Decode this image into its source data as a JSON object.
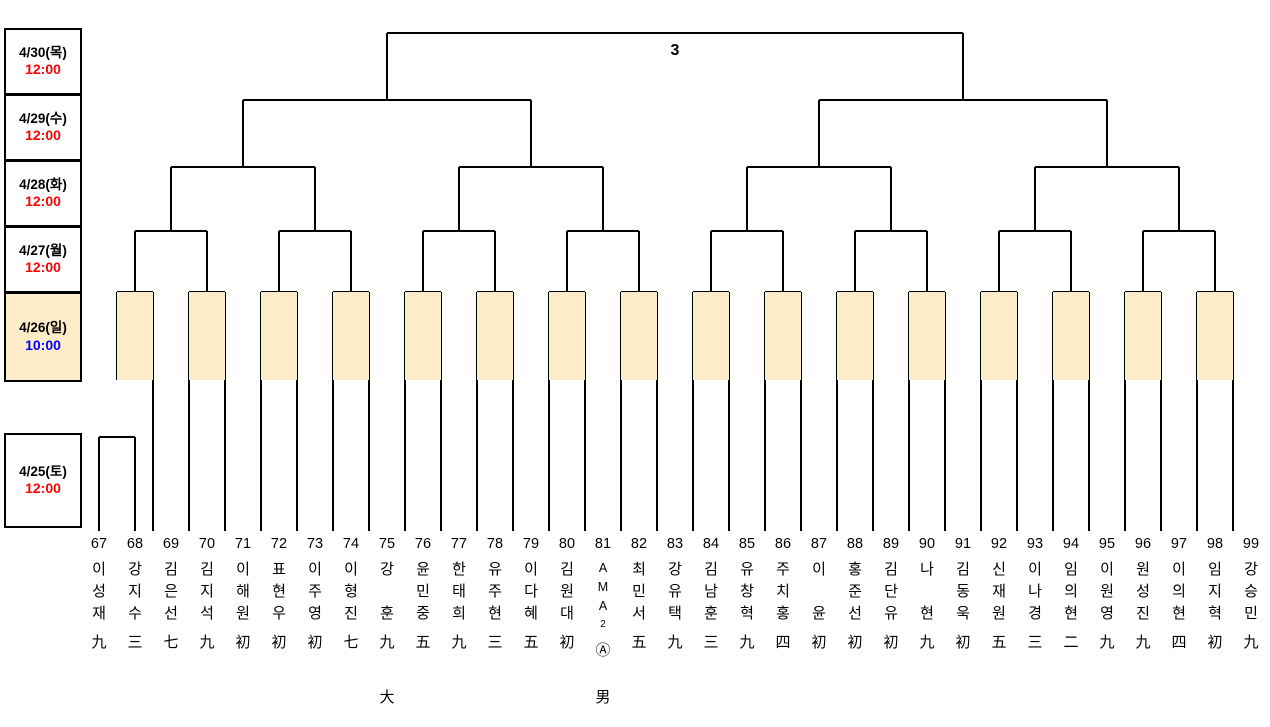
{
  "schedule": {
    "rounds": [
      {
        "date": "4/30(목)",
        "time": "12:00",
        "time_color": "#ff0000",
        "highlight": false
      },
      {
        "date": "4/29(수)",
        "time": "12:00",
        "time_color": "#ff0000",
        "highlight": false
      },
      {
        "date": "4/28(화)",
        "time": "12:00",
        "time_color": "#ff0000",
        "highlight": false
      },
      {
        "date": "4/27(월)",
        "time": "12:00",
        "time_color": "#ff0000",
        "highlight": false
      },
      {
        "date": "4/26(일)",
        "time": "10:00",
        "time_color": "#0000ff",
        "highlight": true
      }
    ],
    "preliminary": {
      "date": "4/25(토)",
      "time": "12:00",
      "time_color": "#ff0000"
    }
  },
  "final_match_label": "3",
  "footer_marks": [
    {
      "column": 75,
      "text": "大"
    },
    {
      "column": 81,
      "text": "男"
    }
  ],
  "colors": {
    "highlight": "#fdecc8",
    "line": "#000000",
    "time_red": "#ff0000",
    "time_blue": "#0000ff"
  },
  "players": [
    {
      "num": "67",
      "name": [
        "이",
        "성",
        "재"
      ],
      "rank": "九"
    },
    {
      "num": "68",
      "name": [
        "강",
        "지",
        "수"
      ],
      "rank": "三"
    },
    {
      "num": "69",
      "name": [
        "김",
        "은",
        "선"
      ],
      "rank": "七"
    },
    {
      "num": "70",
      "name": [
        "김",
        "지",
        "석"
      ],
      "rank": "九"
    },
    {
      "num": "71",
      "name": [
        "이",
        "해",
        "원"
      ],
      "rank": "初"
    },
    {
      "num": "72",
      "name": [
        "표",
        "현",
        "우"
      ],
      "rank": "初"
    },
    {
      "num": "73",
      "name": [
        "이",
        "주",
        "영"
      ],
      "rank": "初"
    },
    {
      "num": "74",
      "name": [
        "이",
        "형",
        "진"
      ],
      "rank": "七"
    },
    {
      "num": "75",
      "name": [
        "강",
        "",
        "훈"
      ],
      "rank": "九"
    },
    {
      "num": "76",
      "name": [
        "윤",
        "민",
        "중"
      ],
      "rank": "五"
    },
    {
      "num": "77",
      "name": [
        "한",
        "태",
        "희"
      ],
      "rank": "九"
    },
    {
      "num": "78",
      "name": [
        "유",
        "주",
        "현"
      ],
      "rank": "三"
    },
    {
      "num": "79",
      "name": [
        "이",
        "다",
        "혜"
      ],
      "rank": "五"
    },
    {
      "num": "80",
      "name": [
        "김",
        "원",
        "대"
      ],
      "rank": "初"
    },
    {
      "num": "81",
      "name": [
        "A",
        "M",
        "A",
        "2"
      ],
      "rank": "Ⓐ",
      "is_ama": true
    },
    {
      "num": "82",
      "name": [
        "최",
        "민",
        "서"
      ],
      "rank": "五"
    },
    {
      "num": "83",
      "name": [
        "강",
        "유",
        "택"
      ],
      "rank": "九"
    },
    {
      "num": "84",
      "name": [
        "김",
        "남",
        "훈"
      ],
      "rank": "三"
    },
    {
      "num": "85",
      "name": [
        "유",
        "창",
        "혁"
      ],
      "rank": "九"
    },
    {
      "num": "86",
      "name": [
        "주",
        "치",
        "홍"
      ],
      "rank": "四"
    },
    {
      "num": "87",
      "name": [
        "이",
        "",
        "윤"
      ],
      "rank": "初"
    },
    {
      "num": "88",
      "name": [
        "홍",
        "준",
        "선"
      ],
      "rank": "初"
    },
    {
      "num": "89",
      "name": [
        "김",
        "단",
        "유"
      ],
      "rank": "初"
    },
    {
      "num": "90",
      "name": [
        "나",
        "",
        "현"
      ],
      "rank": "九"
    },
    {
      "num": "91",
      "name": [
        "김",
        "동",
        "욱"
      ],
      "rank": "初"
    },
    {
      "num": "92",
      "name": [
        "신",
        "재",
        "원"
      ],
      "rank": "五"
    },
    {
      "num": "93",
      "name": [
        "이",
        "나",
        "경"
      ],
      "rank": "三"
    },
    {
      "num": "94",
      "name": [
        "임",
        "의",
        "현"
      ],
      "rank": "二"
    },
    {
      "num": "95",
      "name": [
        "이",
        "원",
        "영"
      ],
      "rank": "九"
    },
    {
      "num": "96",
      "name": [
        "원",
        "성",
        "진"
      ],
      "rank": "九"
    },
    {
      "num": "97",
      "name": [
        "이",
        "의",
        "현"
      ],
      "rank": "四"
    },
    {
      "num": "98",
      "name": [
        "임",
        "지",
        "혁"
      ],
      "rank": "初"
    },
    {
      "num": "99",
      "name": [
        "강",
        "승",
        "민"
      ],
      "rank": "九"
    }
  ]
}
